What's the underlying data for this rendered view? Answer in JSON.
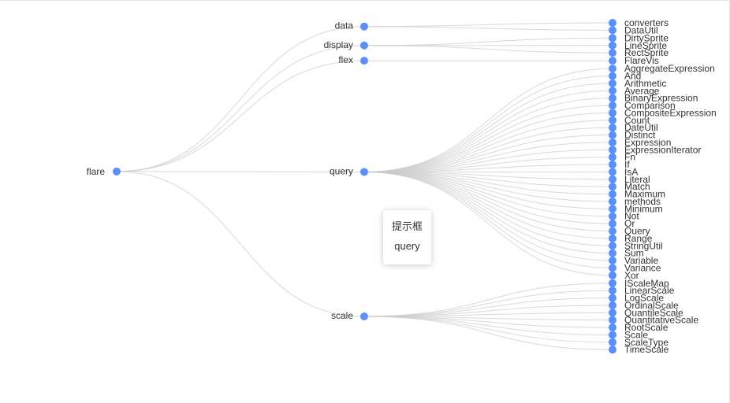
{
  "colors": {
    "node": "#5b8ff9",
    "link": "#cccccc",
    "label": "#333333"
  },
  "tooltip": {
    "title": "提示框",
    "value": "query"
  },
  "chart_data": {
    "type": "tree",
    "orientation": "left-to-right",
    "root": {
      "name": "flare",
      "children": [
        {
          "name": "data",
          "children": [
            {
              "name": "converters"
            },
            {
              "name": "DataUtil"
            }
          ]
        },
        {
          "name": "display",
          "children": [
            {
              "name": "DirtySprite"
            },
            {
              "name": "LineSprite"
            },
            {
              "name": "RectSprite"
            }
          ]
        },
        {
          "name": "flex",
          "children": [
            {
              "name": "FlareVis"
            }
          ]
        },
        {
          "name": "query",
          "children": [
            {
              "name": "AggregateExpression"
            },
            {
              "name": "And"
            },
            {
              "name": "Arithmetic"
            },
            {
              "name": "Average"
            },
            {
              "name": "BinaryExpression"
            },
            {
              "name": "Comparison"
            },
            {
              "name": "CompositeExpression"
            },
            {
              "name": "Count"
            },
            {
              "name": "DateUtil"
            },
            {
              "name": "Distinct"
            },
            {
              "name": "Expression"
            },
            {
              "name": "ExpressionIterator"
            },
            {
              "name": "Fn"
            },
            {
              "name": "If"
            },
            {
              "name": "IsA"
            },
            {
              "name": "Literal"
            },
            {
              "name": "Match"
            },
            {
              "name": "Maximum"
            },
            {
              "name": "methods"
            },
            {
              "name": "Minimum"
            },
            {
              "name": "Not"
            },
            {
              "name": "Or"
            },
            {
              "name": "Query"
            },
            {
              "name": "Range"
            },
            {
              "name": "StringUtil"
            },
            {
              "name": "Sum"
            },
            {
              "name": "Variable"
            },
            {
              "name": "Variance"
            },
            {
              "name": "Xor"
            }
          ]
        },
        {
          "name": "scale",
          "children": [
            {
              "name": "IScaleMap"
            },
            {
              "name": "LinearScale"
            },
            {
              "name": "LogScale"
            },
            {
              "name": "OrdinalScale"
            },
            {
              "name": "QuantileScale"
            },
            {
              "name": "QuantitativeScale"
            },
            {
              "name": "RootScale"
            },
            {
              "name": "Scale"
            },
            {
              "name": "ScaleType"
            },
            {
              "name": "TimeScale"
            }
          ]
        }
      ]
    }
  }
}
